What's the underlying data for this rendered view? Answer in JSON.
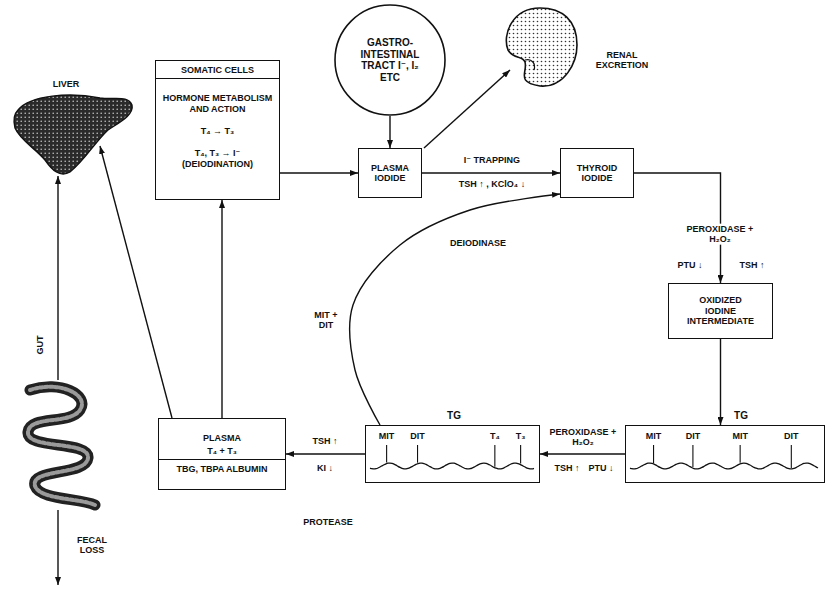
{
  "diagram": {
    "nodes": [
      {
        "text": [
          "GASTRO- INTESTINAL TRACT I⁻, I₂ ETC"
        ]
      },
      {
        "text": [
          "SOMATIC CELLS",
          "HORMONE METABOLISM AND ACTION",
          "T₄ → T₃",
          "T₄, T₃ → I⁻ (DEIODINATION)"
        ]
      },
      {
        "text": [
          "PLASMA IODIDE"
        ]
      },
      {
        "text": [
          "THYROID IODIDE"
        ]
      },
      {
        "text": [
          "OXIDIZED IODINE INTERMEDIATE"
        ]
      },
      {
        "text": [
          "TG",
          "MIT",
          "DIT",
          "MIT",
          "DIT"
        ]
      },
      {
        "text": [
          "TG",
          "MIT",
          "DIT",
          "T₄",
          "T₃"
        ]
      },
      {
        "text": [
          "PLASMA",
          "T₄ + T₃",
          "TBG, TBPA ALBUMIN"
        ]
      }
    ],
    "edges": [
      {
        "from": 0,
        "to": 2,
        "arrow": "to"
      },
      {
        "from": 1,
        "to": 2,
        "arrow": "to"
      },
      {
        "from": 2,
        "to": 3,
        "label": "I⁻ TRAPPING",
        "arrow": "to"
      },
      {
        "from": 3,
        "to": 4,
        "label": "PEROXIDASE + H₂O₂",
        "arrow": "to"
      },
      {
        "from": 4,
        "to": 5,
        "arrow": "to"
      },
      {
        "from": 5,
        "to": 6,
        "label": "PEROXIDASE + H₂O₂",
        "arrow": "to"
      },
      {
        "from": 6,
        "to": 7,
        "arrow": "to"
      },
      {
        "from": 6,
        "to": 3,
        "label": "DEIODINASE",
        "arrow": "to"
      },
      {
        "from": 7,
        "to": 1,
        "arrow": "to"
      }
    ],
    "labels": [
      "RENAL EXCRETION",
      "TSH ↑ , KClO₄ ↓",
      "PTU ↓",
      "TSH ↑",
      "TSH ↑",
      "PTU ↓",
      "MIT + DIT",
      "TSH ↑",
      "KI ↓",
      "PROTEASE",
      "LIVER",
      "GUT",
      "FECAL LOSS"
    ]
  }
}
